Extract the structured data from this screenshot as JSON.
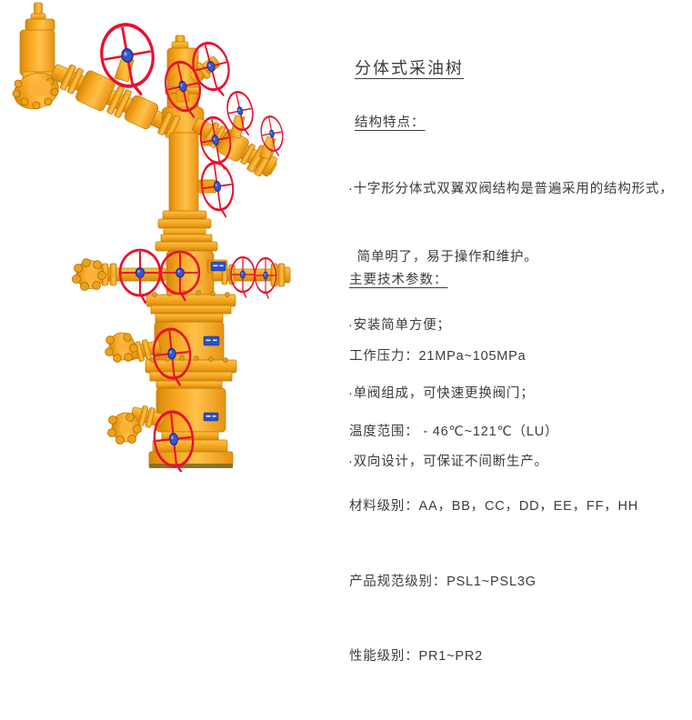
{
  "window": {
    "background": "#ffffff"
  },
  "figure": {
    "alt": "分体式采油树产品图",
    "colors": {
      "body_yellow": "#F7A61F",
      "body_shadow": "#D8880B",
      "body_highlight": "#FFC14A",
      "handwheel_red": "#E8112D",
      "hub_blue": "#3B55C8",
      "nameplate_blue": "#2B4FC6"
    }
  },
  "content": {
    "title": "分体式采油树",
    "features": {
      "heading": "结构特点：",
      "items": [
        "·十字形分体式双翼双阀结构是普遍采用的结构形式，",
        "  简单明了，易于操作和维护。",
        "·安装简单方便；",
        "·单阀组成，可快速更换阀门；",
        "·双向设计，可保证不间断生产。"
      ]
    },
    "parameters": {
      "heading": "主要技术参数：",
      "items": [
        "工作压力：21MPa~105MPa",
        "温度范围： - 46℃~121℃（LU）",
        "材料级别：AA，BB，CC，DD，EE，FF，HH",
        "产品规范级别：PSL1~PSL3G",
        "性能级别：PR1~PR2"
      ]
    }
  }
}
